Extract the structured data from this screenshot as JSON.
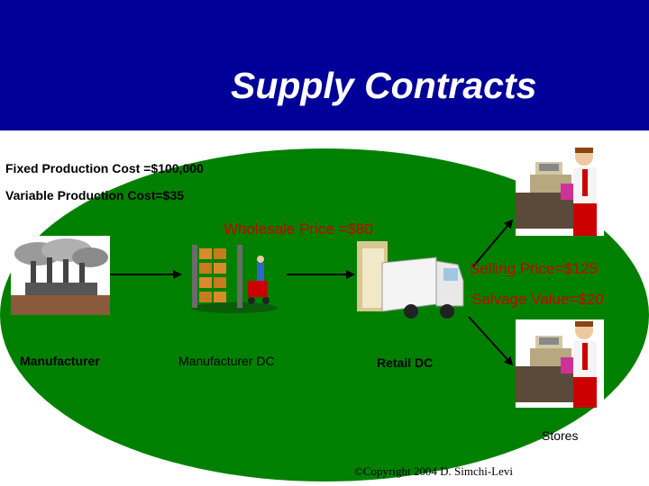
{
  "title": "Supply Contracts",
  "costs": {
    "fixed": "Fixed Production Cost =$100,000",
    "variable": "Variable Production Cost=$35"
  },
  "prices": {
    "wholesale": "Wholesale Price =$80",
    "selling": "Selling Price=$125",
    "salvage": "Salvage Value=$20"
  },
  "nodes": {
    "manufacturer": "Manufacturer",
    "manufacturer_dc": "Manufacturer DC",
    "retail_dc": "Retail DC",
    "stores": "Stores"
  },
  "copyright": "©Copyright 2004 D. Simchi-Levi",
  "colors": {
    "header": "#000099",
    "ellipse": "#008000",
    "price_text": "#cc0000"
  }
}
